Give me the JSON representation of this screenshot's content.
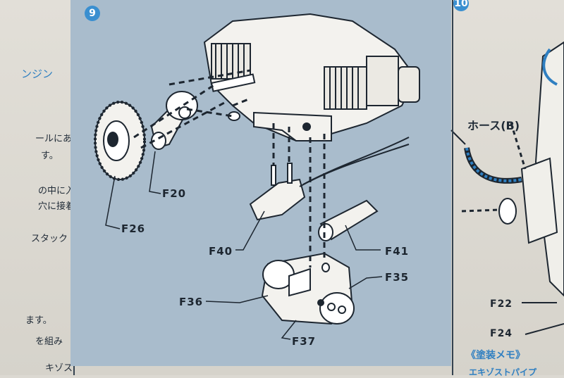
{
  "step_main": "9",
  "step_next": "10",
  "left_fragments": [
    "ンジン",
    "ールにあ",
    "す。",
    "の中に入",
    "穴に接着",
    "スタック",
    "ます。",
    "を組み",
    "キゾス"
  ],
  "labels": {
    "f20": "F20",
    "f26": "F26",
    "f40": "F40",
    "f41": "F41",
    "f35": "F35",
    "f36": "F36",
    "f37": "F37",
    "hose": "ホース(B)",
    "f22": "F22",
    "f24": "F24"
  },
  "paint_memo": "《塗装メモ》",
  "bottom_fragment": "エキゾストパイプ"
}
